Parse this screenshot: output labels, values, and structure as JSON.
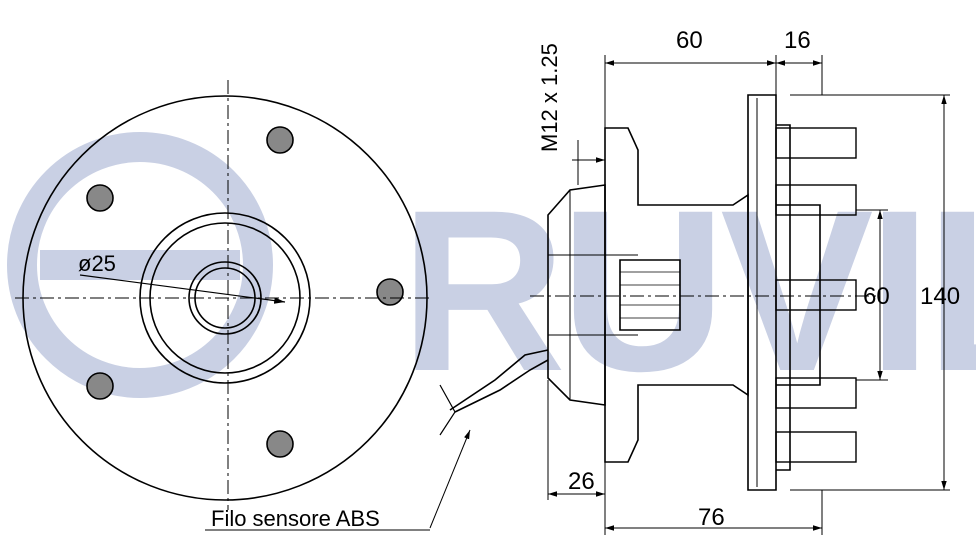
{
  "watermark": {
    "text": "RUVILLE",
    "color": "#c9d0e4"
  },
  "labels": {
    "diameter": "ø25",
    "thread": "M12 x 1.25",
    "abs_wire": "Filo sensore ABS"
  },
  "dimensions": {
    "top_width": "60",
    "top_offset": "16",
    "bolt_circle": "60",
    "flange_diameter": "140",
    "inner_width": "26",
    "overall_width": "76"
  },
  "colors": {
    "line": "#000000",
    "watermark": "#c9d0e4"
  }
}
